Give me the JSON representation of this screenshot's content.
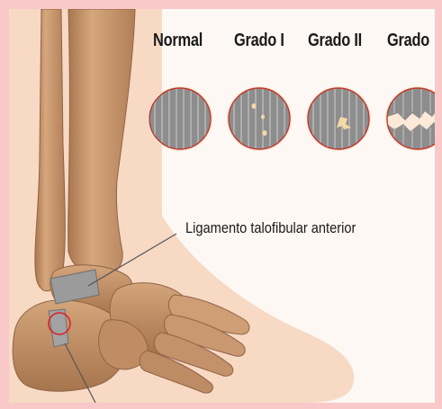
{
  "grades": [
    {
      "label": "Normal",
      "state": "intact"
    },
    {
      "label": "Grado I",
      "state": "micro-tears"
    },
    {
      "label": "Grado II",
      "state": "partial-tear"
    },
    {
      "label": "Grado",
      "state": "complete-rupture"
    }
  ],
  "callout": {
    "label": "Ligamento talofibular anterior"
  },
  "colors": {
    "frame": "#f9c8c9",
    "background": "#fdf8f4",
    "skin": "#f7d9c4",
    "bone": "#c99870",
    "bone_dark": "#8f6446",
    "ligament": "#9b9b9b",
    "highlight_circle": "#d8242a",
    "lens_border": "#c0392b"
  }
}
